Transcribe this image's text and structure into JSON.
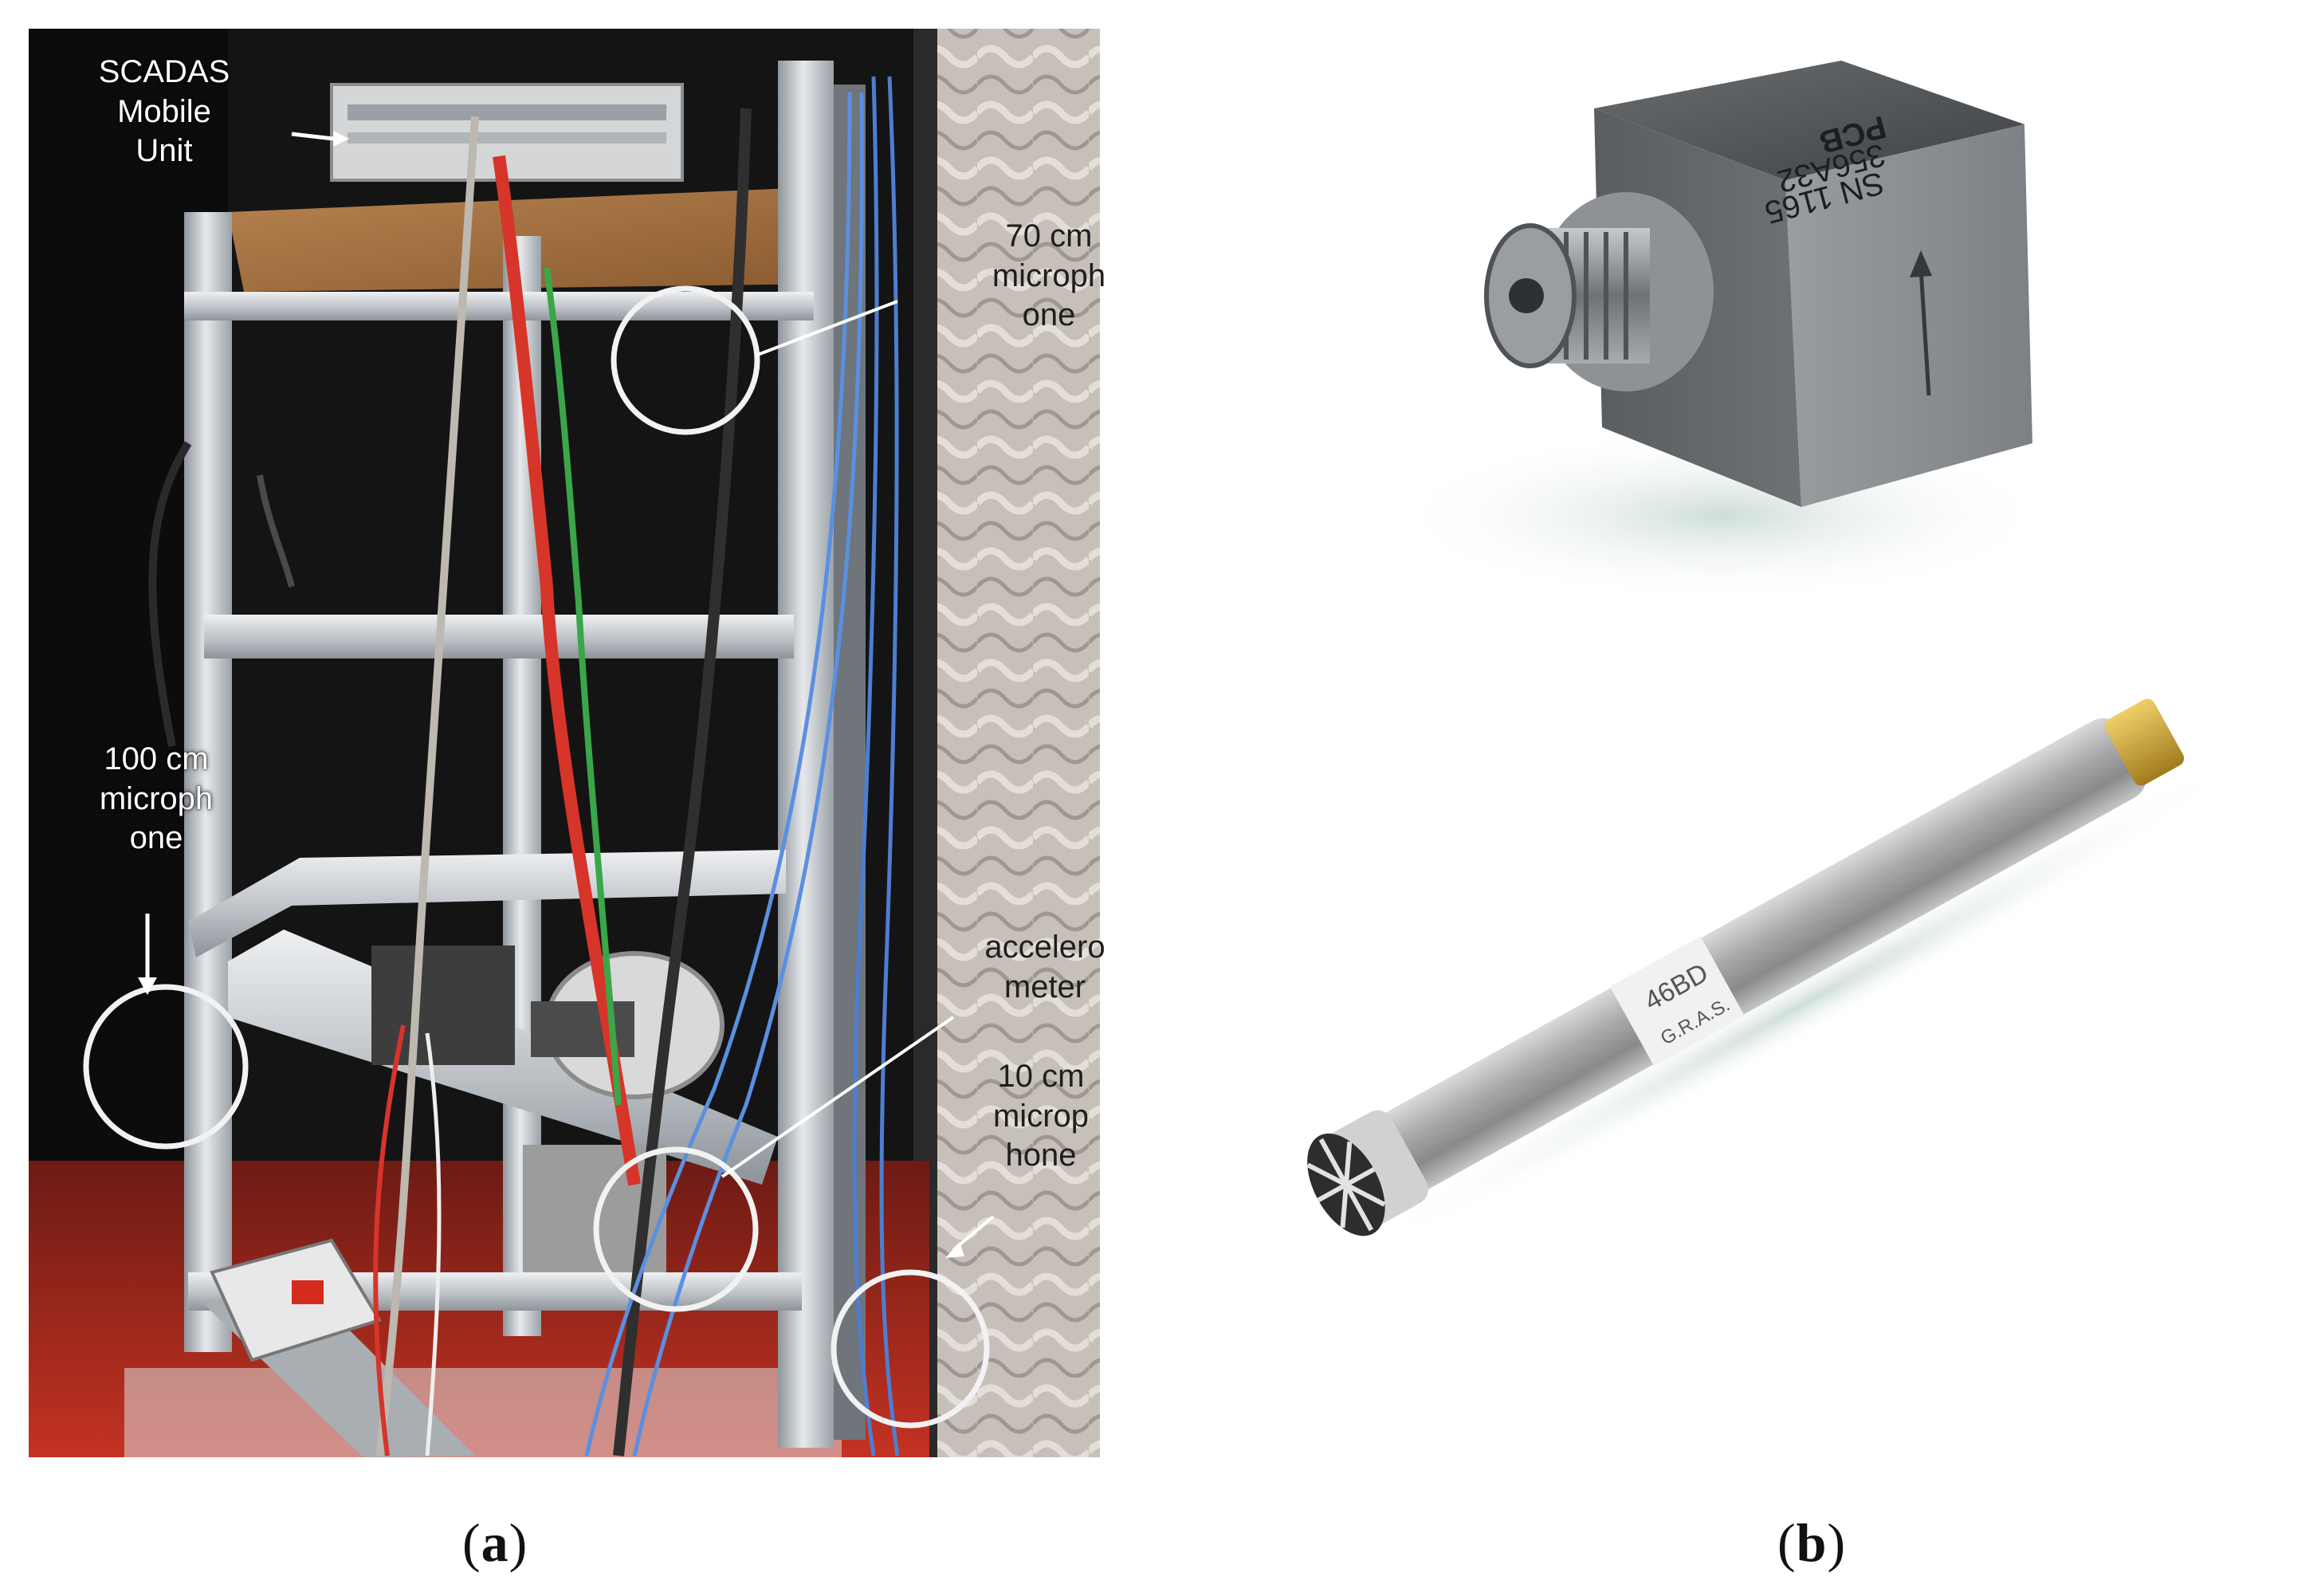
{
  "panel_a": {
    "label_open": "(",
    "label_letter": "a",
    "label_close": ")",
    "annotations": {
      "scadas": "SCADAS\nMobile\nUnit",
      "mic70": "70 cm\nmicroph\none",
      "mic100": "100 cm\nmicroph\none",
      "accelerometer": "accelero\nmeter",
      "mic10": "10 cm\nmicrop\nhone"
    }
  },
  "panel_b": {
    "label_open": "(",
    "label_letter": "b",
    "label_close": ")",
    "accelerometer_markings": [
      "PCB",
      "356A32",
      "SN 1165"
    ],
    "microphone_markings": "46BD",
    "microphone_markings_2": "G.R.A.S."
  },
  "colors": {
    "background": "#ffffff",
    "annotation_circle": "#f2f2f2",
    "rack_frame": "#bfc4c8",
    "foam_wall": "#c8c2bb",
    "red_floor": "#b92c1e",
    "steel": "#7b7e82",
    "brass": "#c9a33a"
  }
}
